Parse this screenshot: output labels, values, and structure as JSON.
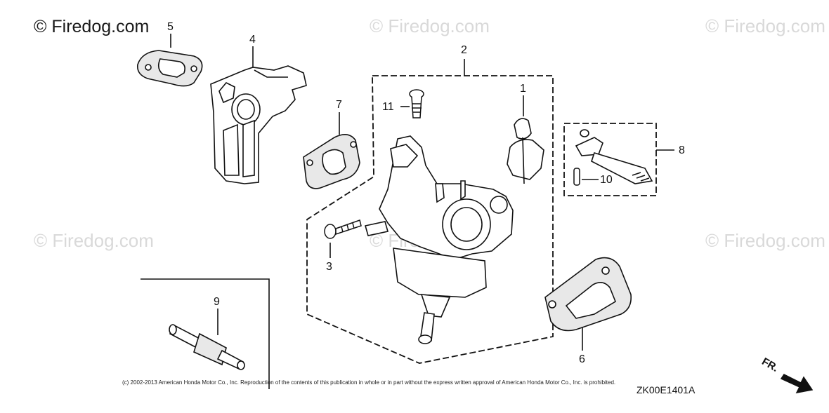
{
  "watermarks": {
    "main": "© Firedog.com",
    "faded": "© Firedog.com"
  },
  "callouts": {
    "c1": "1",
    "c2": "2",
    "c3": "3",
    "c4": "4",
    "c5": "5",
    "c6": "6",
    "c7": "7",
    "c8": "8",
    "c9": "9",
    "c10": "10",
    "c11": "11"
  },
  "footer": {
    "copyright": "(c) 2002-2013 American Honda Motor Co., Inc. Reproduction of the contents of this publication in whole or in part without the express written approval of American Honda Motor Co., Inc. is prohibited.",
    "diagram_code": "ZK00E1401A",
    "direction_label": "FR."
  }
}
